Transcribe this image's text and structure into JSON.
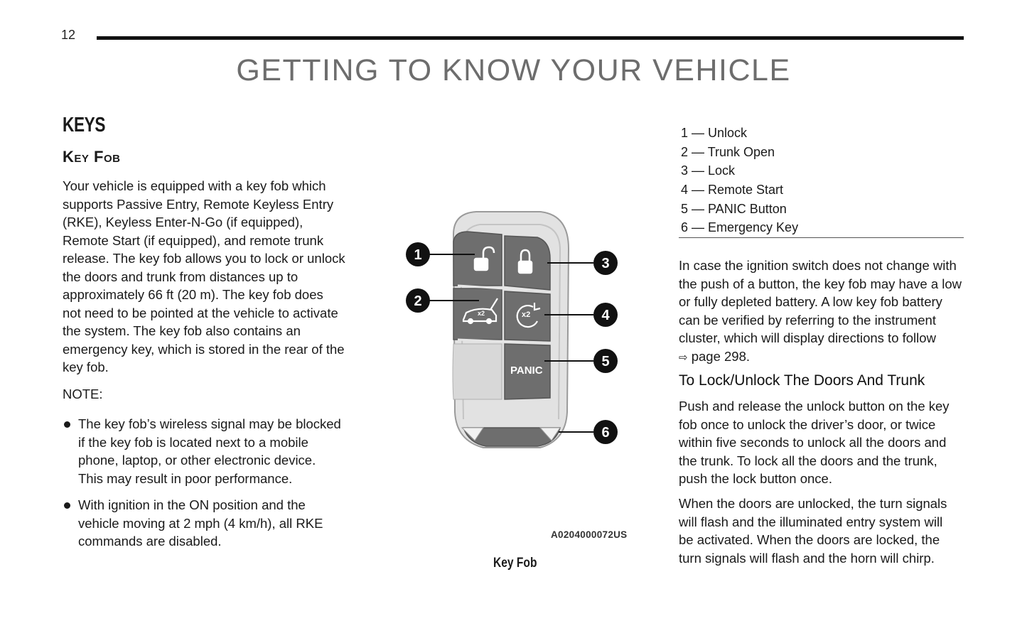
{
  "page": {
    "number": "12",
    "chapter_title": "GETTING TO KNOW YOUR VEHICLE"
  },
  "left": {
    "section_title": "KEYS",
    "subsection_title": "Key Fob",
    "intro_lines": [
      "Your vehicle is equipped with a key fob which",
      "supports Passive Entry, Remote Keyless Entry",
      "(RKE), Keyless Enter-N-Go (if equipped),",
      "Remote Start (if equipped), and remote trunk",
      "release. The key fob allows you to lock or unlock",
      "the doors and trunk from distances up to",
      "approximately 66 ft (20 m). The key fob does",
      "not need to be pointed at the vehicle to activate",
      "the system. The key fob also contains an",
      "emergency key, which is stored in the rear of the",
      "key fob."
    ],
    "note_label": "NOTE:",
    "bullets": [
      {
        "lines": [
          "The key fob’s wireless signal may be blocked",
          "if the key fob is located next to a mobile",
          "phone, laptop, or other electronic device.",
          "This may result in poor performance."
        ]
      },
      {
        "lines": [
          "With ignition in the ON position and the",
          "vehicle moving at 2 mph (4 km/h), all RKE",
          "commands are disabled."
        ]
      }
    ]
  },
  "figure": {
    "callouts": [
      "1",
      "2",
      "3",
      "4",
      "5",
      "6"
    ],
    "button_text_panic": "PANIC",
    "button_text_x2": "x2",
    "code": "A0204000072US",
    "caption": "Key Fob",
    "colors": {
      "buttons": "#6e6e6e",
      "shell": "#e0e0e0",
      "callout": "#111111"
    }
  },
  "legend": [
    "1 — Unlock",
    "2 — Trunk Open",
    "3 — Lock",
    "4 — Remote Start",
    "5 — PANIC Button",
    "6 — Emergency Key"
  ],
  "right": {
    "para1_lines": [
      "In case the ignition switch does not change with",
      "the push of a button, the key fob may have a low",
      "or fully depleted battery. A low key fob battery",
      "can be verified by referring to the instrument",
      "cluster, which will display directions to follow"
    ],
    "xref_icon": "arrow-reference-icon",
    "xref_text": "page 298.",
    "heading": "To Lock/Unlock The Doors And Trunk",
    "para2_lines": [
      "Push and release the unlock button on the key",
      "fob once to unlock the driver’s door, or twice",
      "within five seconds to unlock all the doors and",
      "the trunk. To lock all the doors and the trunk,",
      "push the lock button once."
    ],
    "para3_lines": [
      "When the doors are unlocked, the turn signals",
      "will flash and the illuminated entry system will",
      "be activated. When the doors are locked, the",
      "turn signals will flash and the horn will chirp."
    ]
  }
}
